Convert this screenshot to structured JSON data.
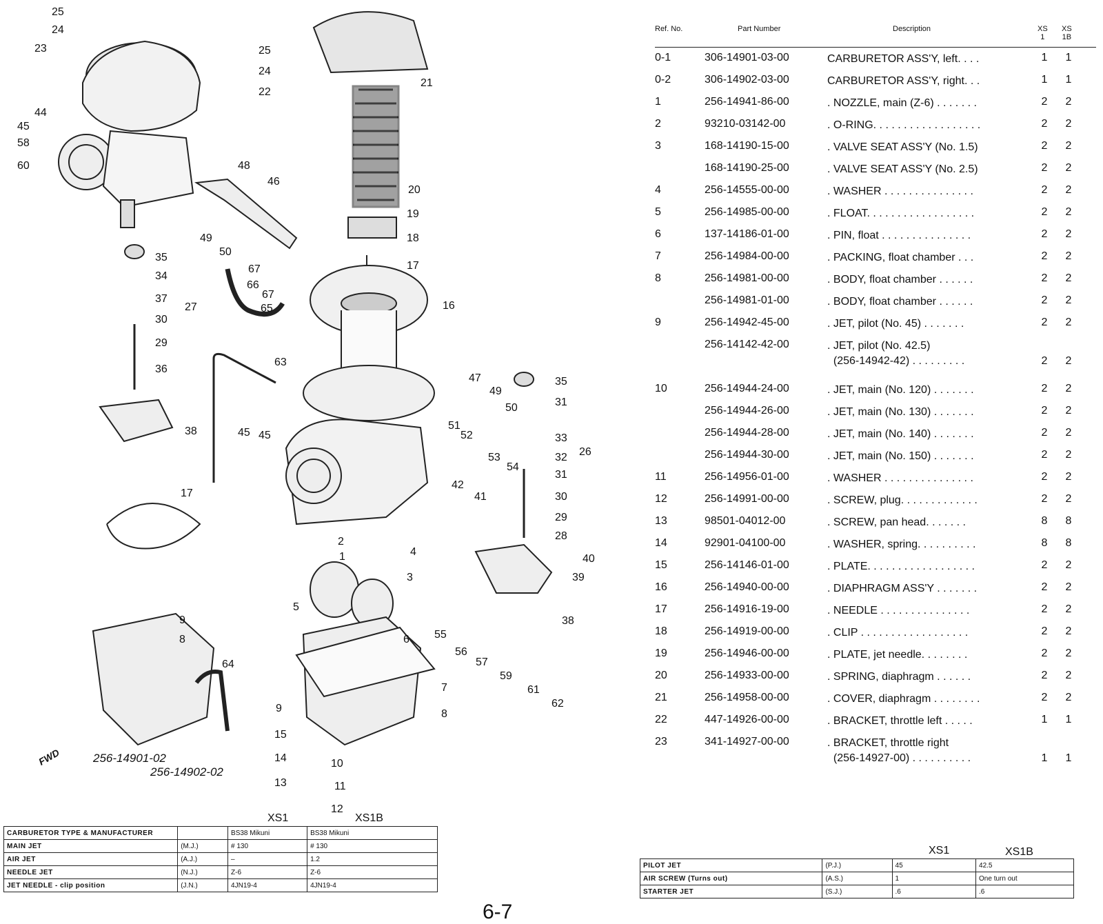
{
  "diagram": {
    "callouts": [
      "25",
      "24",
      "23",
      "44",
      "45",
      "58",
      "60",
      "25",
      "24",
      "22",
      "21",
      "20",
      "19",
      "18",
      "17",
      "16",
      "48",
      "46",
      "49",
      "50",
      "35",
      "34",
      "37",
      "30",
      "29",
      "36",
      "27",
      "38",
      "67",
      "66",
      "67",
      "65",
      "63",
      "45",
      "45",
      "47",
      "49",
      "50",
      "35",
      "31",
      "33",
      "32",
      "26",
      "31",
      "30",
      "29",
      "28",
      "40",
      "39",
      "38",
      "51",
      "52",
      "53",
      "54",
      "42",
      "41",
      "2",
      "1",
      "4",
      "3",
      "5",
      "6",
      "55",
      "56",
      "57",
      "59",
      "61",
      "62",
      "9",
      "8",
      "64",
      "7",
      "8",
      "9",
      "15",
      "14",
      "13",
      "10",
      "11",
      "12",
      "17"
    ],
    "fwd_label": "FWD",
    "part_numbers": [
      "256-14901-02",
      "256-14902-02"
    ]
  },
  "parts_table": {
    "headers": {
      "ref": "Ref. No.",
      "part": "Part Number",
      "desc": "Description",
      "xs1": "XS\n1",
      "xs1b": "XS\n1B"
    },
    "rows": [
      {
        "ref": "0-1",
        "part": "306-14901-03-00",
        "desc": "CARBURETOR ASS'Y, left. . . .",
        "xs1": "1",
        "xs1b": "1"
      },
      {
        "ref": "0-2",
        "part": "306-14902-03-00",
        "desc": "CARBURETOR ASS'Y, right. . .",
        "xs1": "1",
        "xs1b": "1"
      },
      {
        "ref": "1",
        "part": "256-14941-86-00",
        "desc": ". NOZZLE, main (Z-6) . . . . . . .",
        "xs1": "2",
        "xs1b": "2"
      },
      {
        "ref": "2",
        "part": "93210-03142-00",
        "desc": ". O-RING. . . . . . . . . . . . . . . . . .",
        "xs1": "2",
        "xs1b": "2"
      },
      {
        "ref": "3",
        "part": "168-14190-15-00",
        "desc": ". VALVE SEAT ASS'Y (No. 1.5)",
        "xs1": "2",
        "xs1b": "2"
      },
      {
        "ref": "",
        "part": "168-14190-25-00",
        "desc": ". VALVE SEAT ASS'Y (No. 2.5)",
        "xs1": "2",
        "xs1b": "2"
      },
      {
        "ref": "4",
        "part": "256-14555-00-00",
        "desc": ". WASHER . . . . . . . . . . . . . . .",
        "xs1": "2",
        "xs1b": "2"
      },
      {
        "ref": "5",
        "part": "256-14985-00-00",
        "desc": ". FLOAT. . . . . . . . . . . . . . . . . .",
        "xs1": "2",
        "xs1b": "2"
      },
      {
        "ref": "6",
        "part": "137-14186-01-00",
        "desc": ". PIN, float . . . . . . . . . . . . . . .",
        "xs1": "2",
        "xs1b": "2"
      },
      {
        "ref": "7",
        "part": "256-14984-00-00",
        "desc": ". PACKING, float chamber . . .",
        "xs1": "2",
        "xs1b": "2"
      },
      {
        "ref": "8",
        "part": "256-14981-00-00",
        "desc": ". BODY, float chamber . . . . . .",
        "xs1": "2",
        "xs1b": "2"
      },
      {
        "ref": "",
        "part": "256-14981-01-00",
        "desc": ". BODY, float chamber . . . . . .",
        "xs1": "2",
        "xs1b": "2"
      },
      {
        "ref": "9",
        "part": "256-14942-45-00",
        "desc": ". JET, pilot (No. 45) . . . . . . .",
        "xs1": "2",
        "xs1b": "2"
      },
      {
        "ref": "",
        "part": "256-14142-42-00",
        "desc": ". JET, pilot (No. 42.5)\n  (256-14942-42) . . . . . . . . .",
        "xs1": "2",
        "xs1b": "2",
        "tall": true
      },
      {
        "ref": "10",
        "part": "256-14944-24-00",
        "desc": ". JET, main (No. 120) . . . . . . .",
        "xs1": "2",
        "xs1b": "2"
      },
      {
        "ref": "",
        "part": "256-14944-26-00",
        "desc": ". JET, main (No. 130) . . . . . . .",
        "xs1": "2",
        "xs1b": "2"
      },
      {
        "ref": "",
        "part": "256-14944-28-00",
        "desc": ". JET, main (No. 140) . . . . . . .",
        "xs1": "2",
        "xs1b": "2"
      },
      {
        "ref": "",
        "part": "256-14944-30-00",
        "desc": ". JET, main (No. 150) . . . . . . .",
        "xs1": "2",
        "xs1b": "2"
      },
      {
        "ref": "11",
        "part": "256-14956-01-00",
        "desc": ". WASHER . . . . . . . . . . . . . . .",
        "xs1": "2",
        "xs1b": "2"
      },
      {
        "ref": "12",
        "part": "256-14991-00-00",
        "desc": ". SCREW, plug. . . . . . . . . . . . .",
        "xs1": "2",
        "xs1b": "2"
      },
      {
        "ref": "13",
        "part": "98501-04012-00",
        "desc": ". SCREW, pan head. . . . . . .",
        "xs1": "8",
        "xs1b": "8"
      },
      {
        "ref": "14",
        "part": "92901-04100-00",
        "desc": ". WASHER, spring. . . . . . . . . .",
        "xs1": "8",
        "xs1b": "8"
      },
      {
        "ref": "15",
        "part": "256-14146-01-00",
        "desc": ". PLATE. . . . . . . . . . . . . . . . . .",
        "xs1": "2",
        "xs1b": "2"
      },
      {
        "ref": "16",
        "part": "256-14940-00-00",
        "desc": ". DIAPHRAGM ASS'Y . . . . . . .",
        "xs1": "2",
        "xs1b": "2"
      },
      {
        "ref": "17",
        "part": "256-14916-19-00",
        "desc": ". NEEDLE . . . . . . . . . . . . . . .",
        "xs1": "2",
        "xs1b": "2"
      },
      {
        "ref": "18",
        "part": "256-14919-00-00",
        "desc": ". CLIP . . . . . . . . . . . . . . . . . .",
        "xs1": "2",
        "xs1b": "2"
      },
      {
        "ref": "19",
        "part": "256-14946-00-00",
        "desc": ". PLATE, jet needle. . . . . . . .",
        "xs1": "2",
        "xs1b": "2"
      },
      {
        "ref": "20",
        "part": "256-14933-00-00",
        "desc": ". SPRING, diaphragm . . . . . .",
        "xs1": "2",
        "xs1b": "2"
      },
      {
        "ref": "21",
        "part": "256-14958-00-00",
        "desc": ". COVER, diaphragm . . . . . . . .",
        "xs1": "2",
        "xs1b": "2"
      },
      {
        "ref": "22",
        "part": "447-14926-00-00",
        "desc": ". BRACKET, throttle left . . . . .",
        "xs1": "1",
        "xs1b": "1"
      },
      {
        "ref": "23",
        "part": "341-14927-00-00",
        "desc": ". BRACKET, throttle right\n  (256-14927-00) . . . . . . . . . .",
        "xs1": "1",
        "xs1b": "1",
        "tall": true
      }
    ]
  },
  "spec_left": {
    "col1": "XS1",
    "col2": "XS1B",
    "rows": [
      {
        "label": "CARBURETOR TYPE & MANUFACTURER",
        "abbr": "",
        "xs1": "BS38 Mikuni",
        "xs1b": "BS38 Mikuni"
      },
      {
        "label": "MAIN JET",
        "abbr": "(M.J.)",
        "xs1": "# 130",
        "xs1b": "# 130"
      },
      {
        "label": "AIR JET",
        "abbr": "(A.J.)",
        "xs1": "–",
        "xs1b": "1.2"
      },
      {
        "label": "NEEDLE JET",
        "abbr": "(N.J.)",
        "xs1": "Z-6",
        "xs1b": "Z-6"
      },
      {
        "label": "JET NEEDLE - clip position",
        "abbr": "(J.N.)",
        "xs1": "4JN19-4",
        "xs1b": "4JN19-4"
      }
    ]
  },
  "spec_right": {
    "col1": "XS1",
    "col2": "XS1B",
    "rows": [
      {
        "label": "PILOT JET",
        "abbr": "(P.J.)",
        "xs1": "45",
        "xs1b": "42.5"
      },
      {
        "label": "AIR SCREW (Turns out)",
        "abbr": "(A.S.)",
        "xs1": "1",
        "xs1b": "One turn out"
      },
      {
        "label": "STARTER JET",
        "abbr": "(S.J.)",
        "xs1": ".6",
        "xs1b": ".6"
      }
    ]
  },
  "page_number": "6-7"
}
